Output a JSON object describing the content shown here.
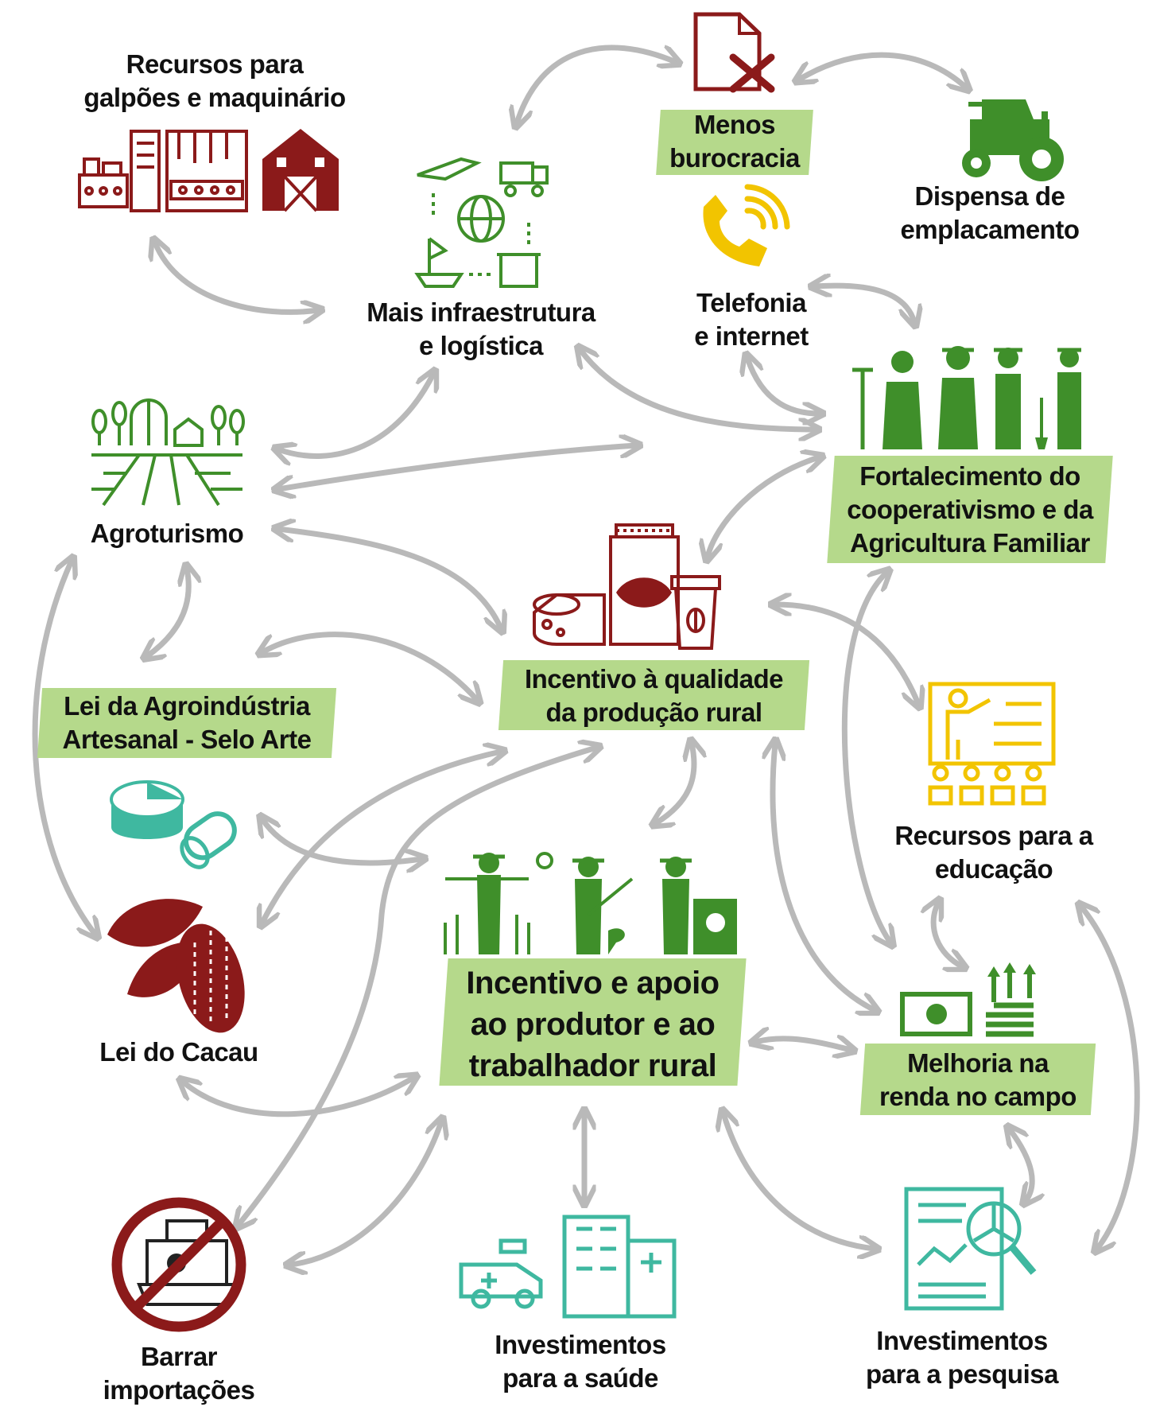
{
  "colors": {
    "arrow": "#b9b9b9",
    "red": "#8b1a1a",
    "green": "#3f8f2a",
    "teal": "#3fb8a0",
    "yellow": "#f2c400",
    "highlight": "#b5d98b",
    "text": "#111111"
  },
  "nodes": {
    "recursos_galpoes": {
      "lines": [
        "Recursos para",
        "galpões e maquinário"
      ],
      "icon": "factory-barn-icon"
    },
    "infraestrutura": {
      "lines": [
        "Mais infraestrutura",
        "e logística"
      ],
      "icon": "logistics-globe-icon"
    },
    "burocracia": {
      "lines": [
        "Menos",
        "burocracia"
      ],
      "icon": "document-x-icon"
    },
    "emplacamento": {
      "lines": [
        "Dispensa de",
        "emplacamento"
      ],
      "icon": "tractor-icon"
    },
    "telefonia": {
      "lines": [
        "Telefonia",
        "e internet"
      ],
      "icon": "phone-icon"
    },
    "cooperativismo": {
      "lines": [
        "Fortalecimento do",
        "cooperativismo e da",
        "Agricultura Familiar"
      ],
      "icon": "farmers-family-icon"
    },
    "agroturismo": {
      "lines": [
        "Agroturismo"
      ],
      "icon": "farm-field-icon"
    },
    "qualidade": {
      "lines": [
        "Incentivo à qualidade",
        "da produção rural"
      ],
      "icon": "cheese-cacao-coffee-icon"
    },
    "selo_arte": {
      "lines": [
        "Lei da Agroindústria",
        "Artesanal - Selo Arte"
      ],
      "icon": "cheese-sausage-icon"
    },
    "educacao": {
      "lines": [
        "Recursos para a",
        "educação"
      ],
      "icon": "teacher-class-icon"
    },
    "cacau": {
      "lines": [
        "Lei do Cacau"
      ],
      "icon": "cacao-pod-icon"
    },
    "produtor": {
      "lines": [
        "Incentivo e apoio",
        "ao produtor e ao",
        "trabalhador rural"
      ],
      "icon": "farm-workers-icon"
    },
    "renda": {
      "lines": [
        "Melhoria na",
        "renda no campo"
      ],
      "icon": "money-growth-icon"
    },
    "importacoes": {
      "lines": [
        "Barrar",
        "importações"
      ],
      "icon": "no-imports-icon"
    },
    "saude": {
      "lines": [
        "Investimentos",
        "para a saúde"
      ],
      "icon": "ambulance-hospital-icon"
    },
    "pesquisa": {
      "lines": [
        "Investimentos",
        "para a pesquisa"
      ],
      "icon": "research-report-icon"
    }
  }
}
